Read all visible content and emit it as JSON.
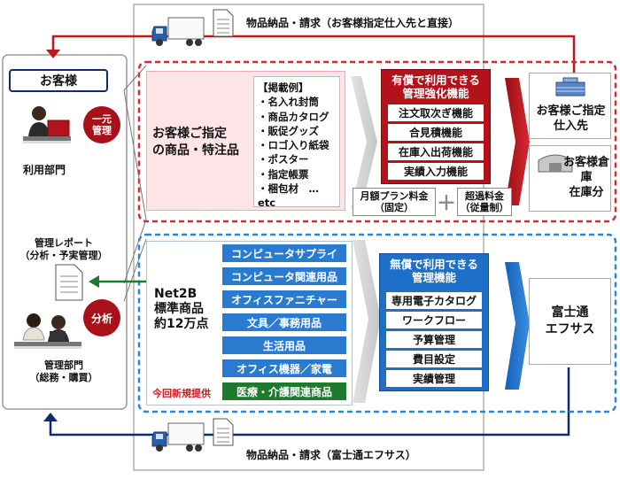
{
  "top_flow": {
    "label": "物品納品・請求（お客様指定仕入先と直接）"
  },
  "bottom_flow": {
    "label": "物品納品・請求（富士通エフサス）"
  },
  "customer": {
    "title": "お客様",
    "dept_user": "利用部門",
    "dept_admin_line1": "管理部門",
    "dept_admin_line2": "（総務・購買）",
    "report_line1": "管理レポート",
    "report_line2": "（分析・予実管理）",
    "badge_unified_line1": "一元",
    "badge_unified_line2": "管理",
    "badge_analysis": "分析"
  },
  "paid_section": {
    "products_line1": "お客様ご指定",
    "products_line2": "の商品・特注品",
    "examples_title": "【掲載例】",
    "examples": [
      "・名入れ封筒",
      "・商品カタログ",
      "・販促グッズ",
      "・ロゴ入り紙袋",
      "・ポスター",
      "・指定帳票",
      "・梱包材　…etc"
    ],
    "feature_title_line1": "有償で利用できる",
    "feature_title_line2": "管理強化機能",
    "features": [
      "注文取次ぎ機能",
      "合見積機能",
      "在庫入出荷機能",
      "実績入力機能"
    ],
    "fee_monthly_line1": "月額プラン料金",
    "fee_monthly_line2": "（固定）",
    "plus": "＋",
    "fee_excess_line1": "超過料金",
    "fee_excess_line2": "（従量制）",
    "supplier_line1": "お客様ご指定",
    "supplier_line2": "仕入先",
    "warehouse_line1": "お客様倉庫",
    "warehouse_line2": "在庫分"
  },
  "free_section": {
    "net2b_line1": "Net2B",
    "net2b_line2": "標準商品",
    "net2b_line3": "約12万点",
    "categories": [
      "コンピュータサプライ",
      "コンピュータ関連用品",
      "オフィスファニチャー",
      "文具／事務用品",
      "生活用品",
      "オフィス機器／家電"
    ],
    "new_label": "今回新規提供",
    "new_category": "医療・介護関連商品",
    "feature_title_line1": "無償で利用できる",
    "feature_title_line2": "管理機能",
    "features": [
      "専用電子カタログ",
      "ワークフロー",
      "予算管理",
      "費目設定",
      "実績管理"
    ],
    "company_line1": "富士通",
    "company_line2": "エフサス"
  },
  "colors": {
    "red": "#c0161e",
    "blue": "#1e6fc8",
    "green": "#1e7a2c",
    "navy": "#0d2c6b",
    "pink_bg": "#fde4e6"
  }
}
